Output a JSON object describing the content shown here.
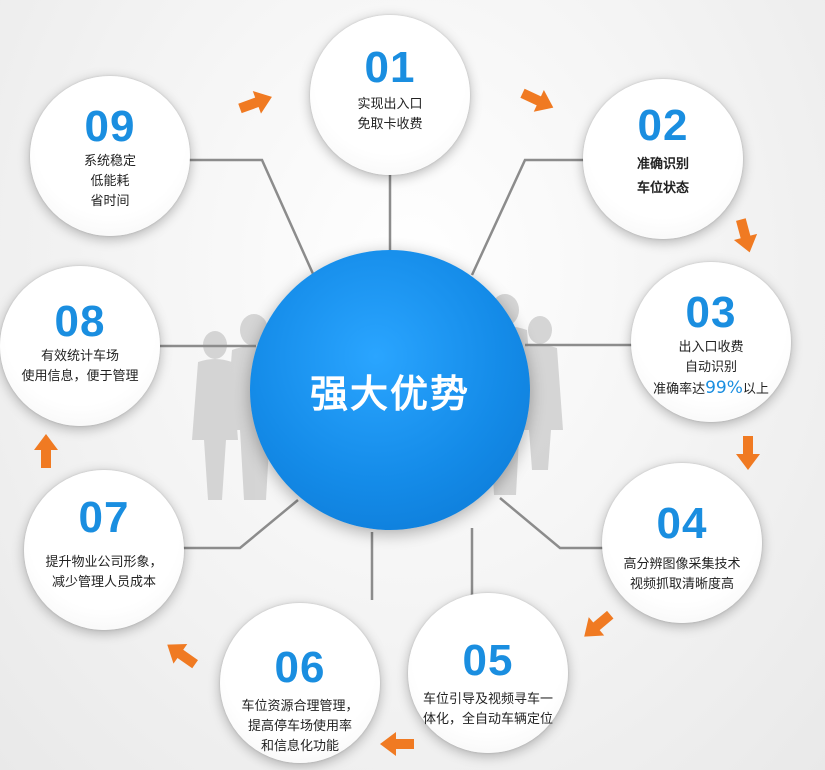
{
  "center_title": "强大优势",
  "colors": {
    "accent": "#1a8ee0",
    "center": "#148be8",
    "arrow": "#f07a22",
    "connector": "#8c8c8c"
  },
  "items": [
    {
      "number": "01",
      "lines": [
        "实现出入口",
        "免取卡收费"
      ]
    },
    {
      "number": "02",
      "lines": [
        "准确识别",
        "车位状态"
      ]
    },
    {
      "number": "03",
      "lines": [
        "出入口收费",
        "自动识别"
      ],
      "rate_prefix": "准确率达",
      "rate_value": "99%",
      "rate_suffix": "以上"
    },
    {
      "number": "04",
      "lines": [
        "高分辨图像采集技术",
        "视频抓取清晰度高"
      ]
    },
    {
      "number": "05",
      "lines": [
        "车位引导及视频寻车一",
        "体化，全自动车辆定位"
      ]
    },
    {
      "number": "06",
      "lines": [
        "车位资源合理管理，",
        "提高停车场使用率",
        "和信息化功能"
      ]
    },
    {
      "number": "07",
      "lines": [
        "提升物业公司形象，",
        "减少管理人员成本"
      ]
    },
    {
      "number": "08",
      "lines": [
        "有效统计车场",
        "使用信息，便于管理"
      ]
    },
    {
      "number": "09",
      "lines": [
        "系统稳定",
        "低能耗",
        "省时间"
      ]
    }
  ]
}
